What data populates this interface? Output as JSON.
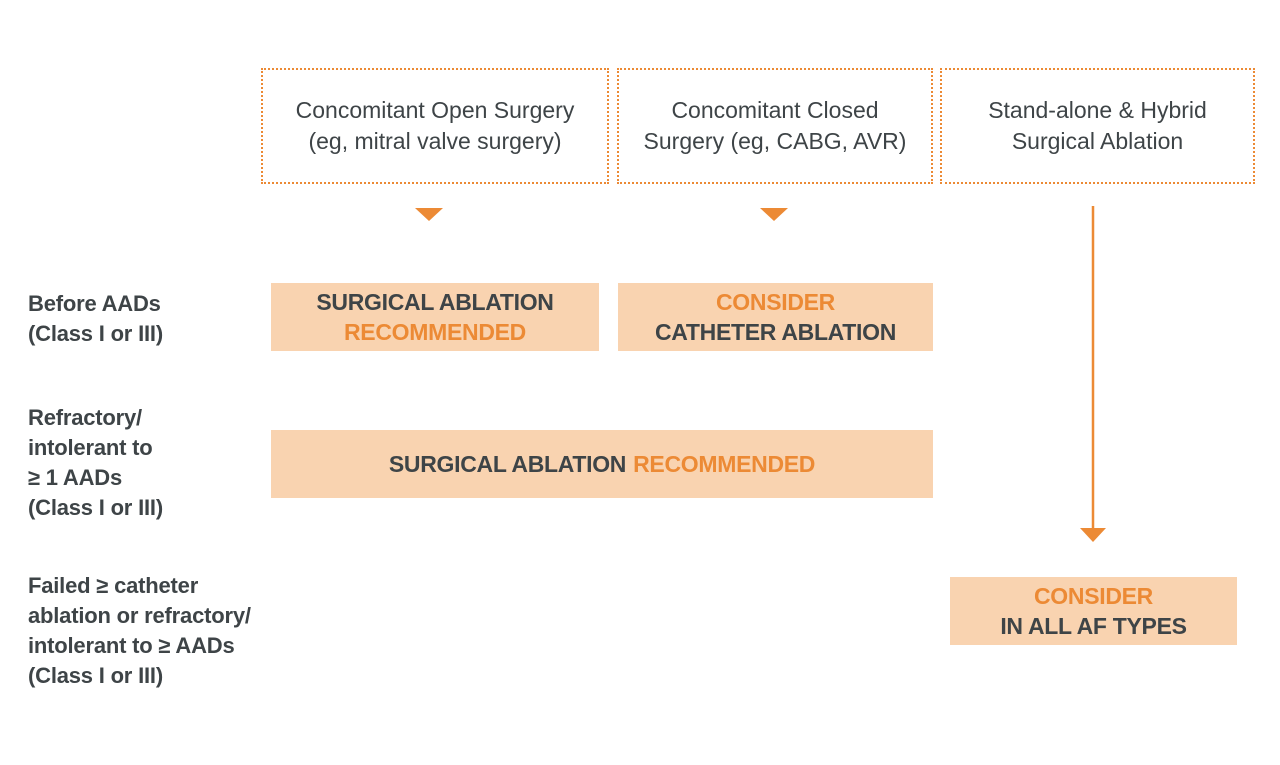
{
  "headers": {
    "open": [
      "Concomitant Open Surgery",
      "(eg, mitral valve surgery)"
    ],
    "closed": [
      "Concomitant Closed",
      "Surgery (eg, CABG, AVR)"
    ],
    "standalone": [
      "Stand-alone & Hybrid",
      "Surgical Ablation"
    ]
  },
  "rows": {
    "before": [
      "Before AADs",
      "(Class I or III)"
    ],
    "refractory": [
      "Refractory/",
      "intolerant to",
      "≥ 1 AADs",
      "(Class I or III)"
    ],
    "failed": [
      "Failed ≥ catheter",
      "ablation or refractory/",
      "intolerant to ≥ AADs",
      "(Class I or III)"
    ]
  },
  "boxes": {
    "open_before": [
      "SURGICAL ABLATION",
      "RECOMMENDED"
    ],
    "closed_before": [
      "CONSIDER",
      "CATHETER ABLATION"
    ],
    "refractory_both": [
      "SURGICAL ABLATION",
      "RECOMMENDED"
    ],
    "standalone_failed": [
      "CONSIDER",
      "IN ALL AF TYPES"
    ]
  },
  "colors": {
    "accent": "#ec8a35",
    "box_fill": "#f9d3b0",
    "text": "#3e4447"
  }
}
